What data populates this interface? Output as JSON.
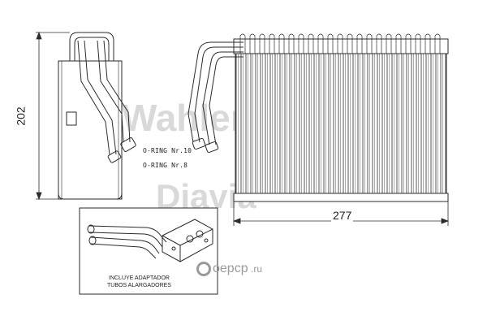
{
  "dimensions": {
    "height": "202",
    "width": "277"
  },
  "labels": {
    "oring_10": "O-RING Nr.10",
    "oring_8": "O-RING Nr.8"
  },
  "inset_note": {
    "line1": "INCLUYE ADAPTADOR",
    "line2": "TUBOS ALARGADORES"
  },
  "watermark": {
    "line1": "Wahler",
    "line2": "Diavia"
  },
  "site_logo": {
    "text": "oepcp",
    "domain": ".ru"
  },
  "colors": {
    "line": "#2b2b2b",
    "watermark": "#d9d9d9",
    "logo": "#9a9a9a"
  }
}
